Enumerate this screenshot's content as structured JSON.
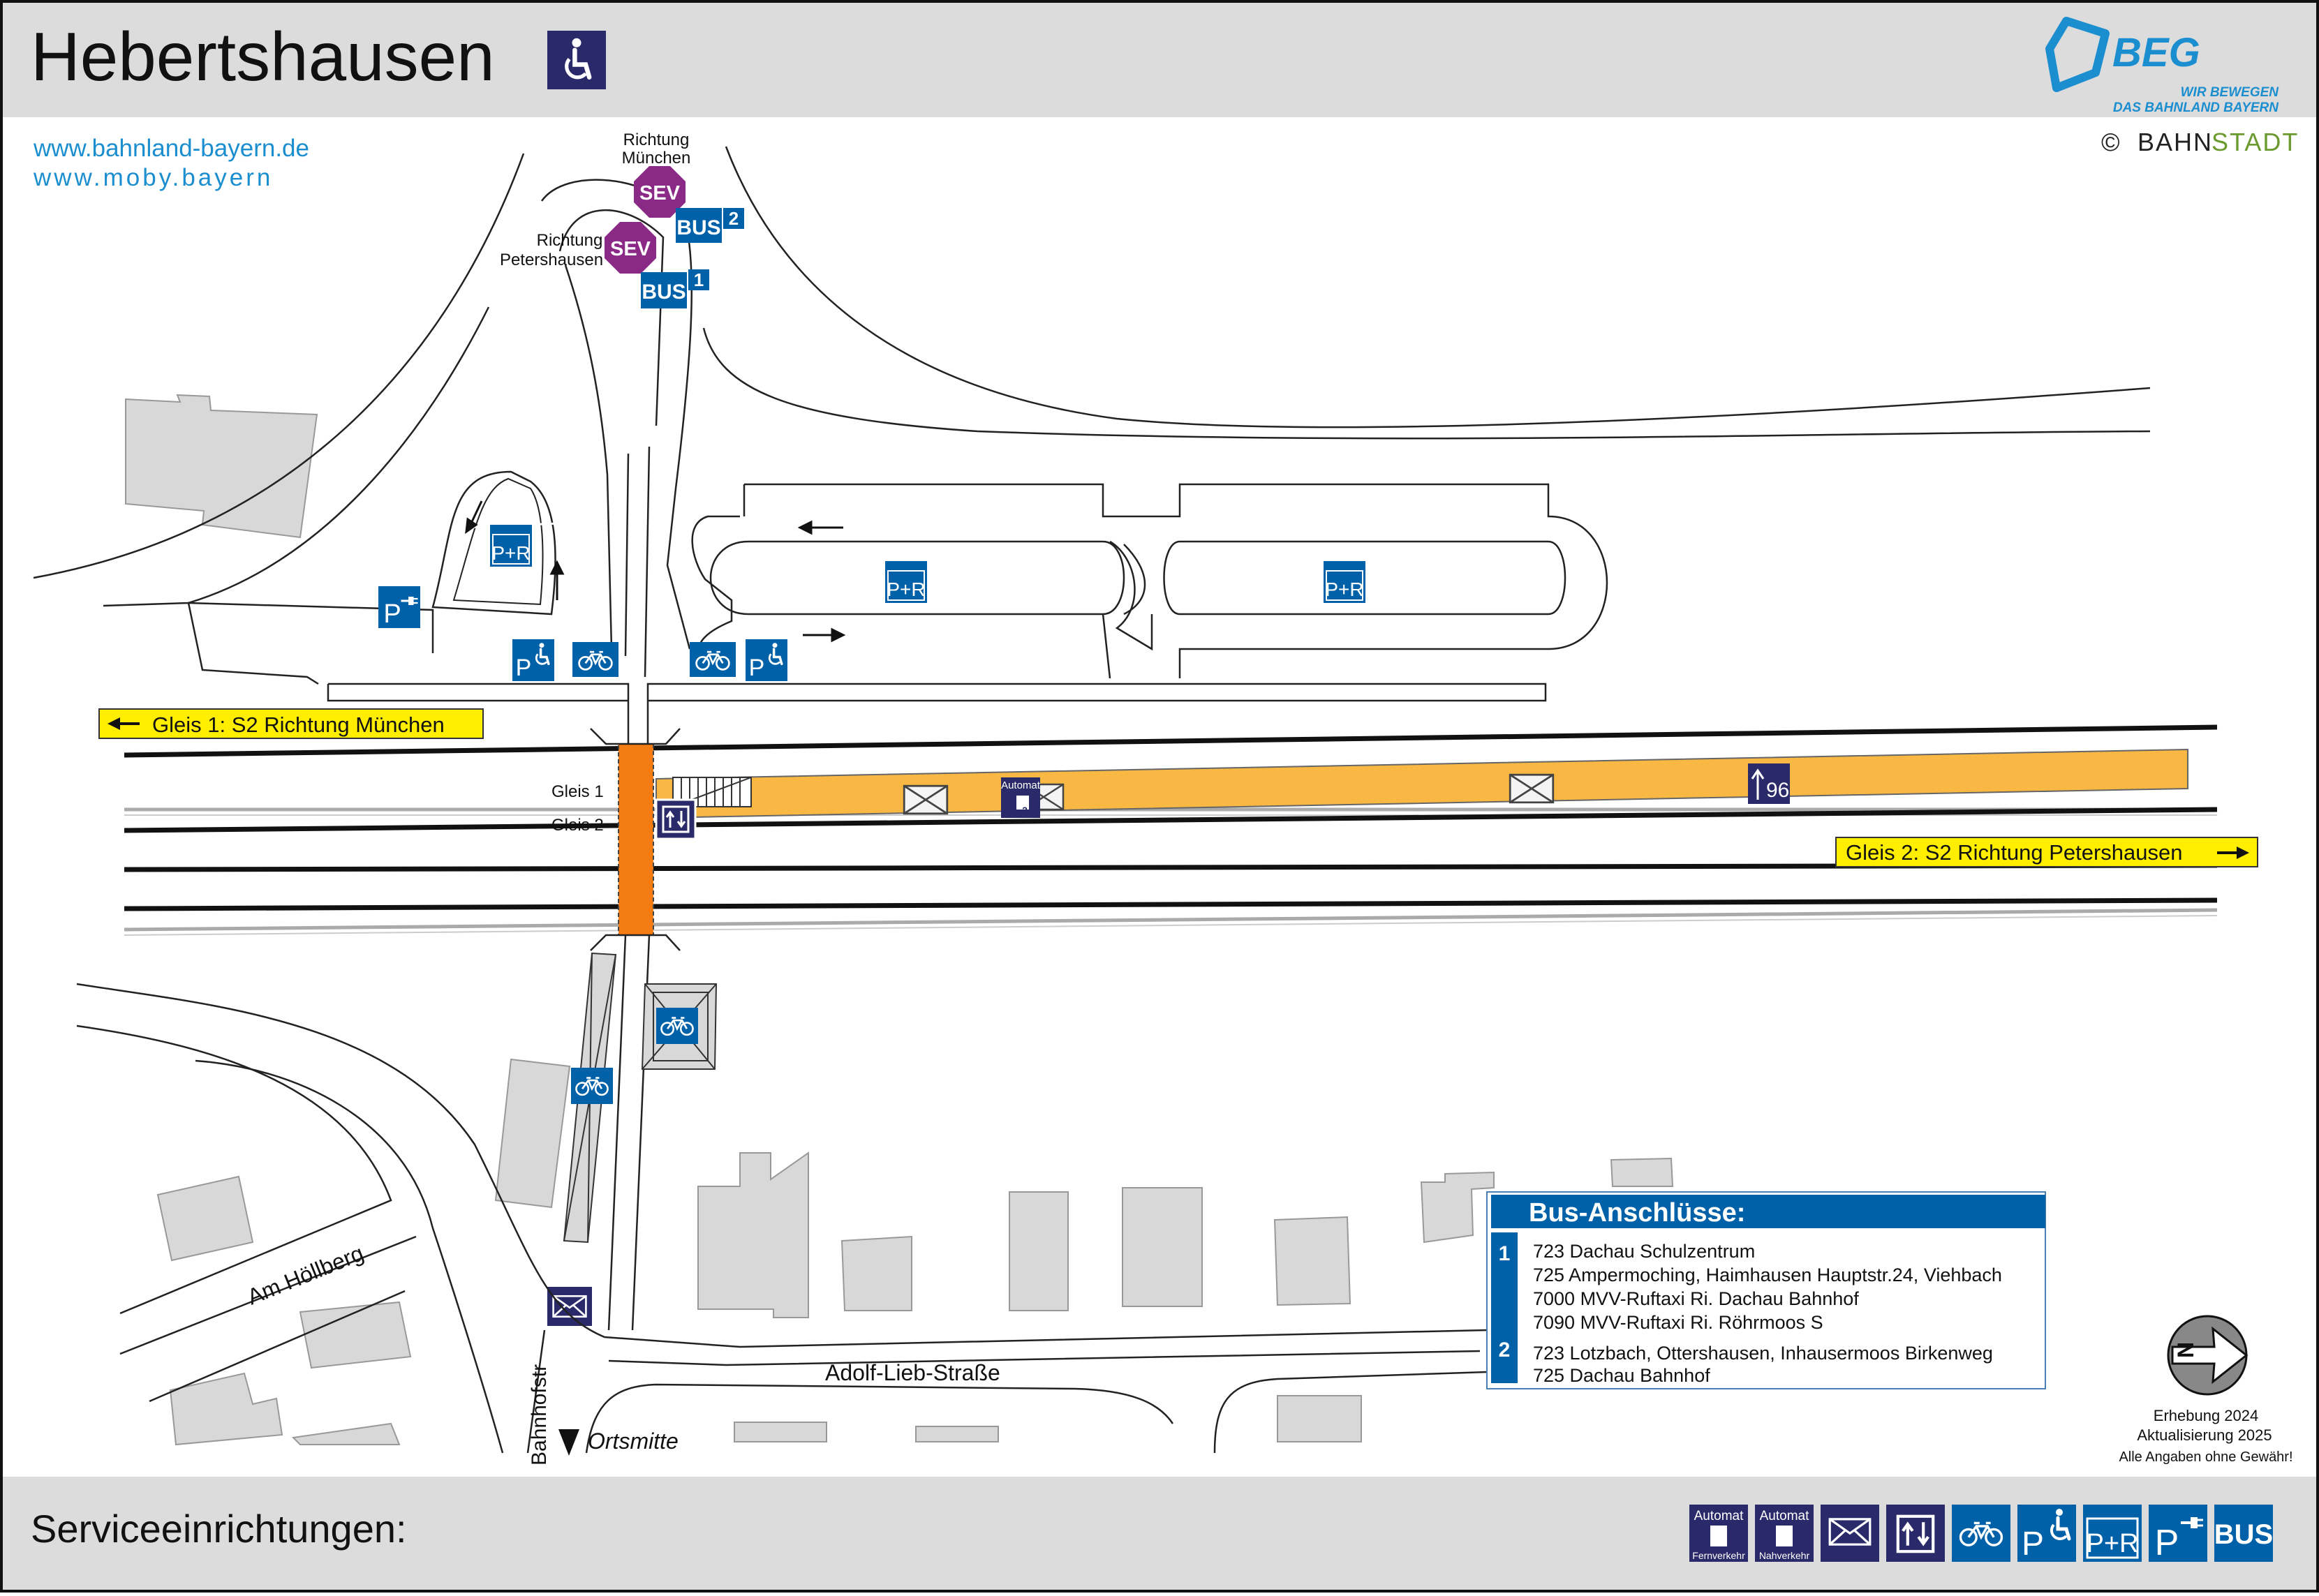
{
  "header": {
    "title": "Hebertshausen",
    "links": [
      "www.bahnland-bayern.de",
      "www.moby.bayern"
    ],
    "beg": {
      "name": "BEG",
      "tagline1": "WIR BEWEGEN",
      "tagline2": "DAS BAHNLAND BAYERN"
    },
    "copyright": {
      "symbol": "©",
      "part1": "BAHN",
      "part2": "STADT"
    }
  },
  "colors": {
    "blue": "#0060a8",
    "navy": "#2a2a6a",
    "sev_purple": "#8b2a86",
    "platform": "#f8b843",
    "bridge": "#f47c12",
    "label_yellow": "#ffee00",
    "building": "#d8d8d8",
    "header_bg": "#dcdcdc",
    "link_blue": "#1b8ed0",
    "bahnstadt_green": "#6b9a2f"
  },
  "stops": {
    "bus1_label": "BUS",
    "bus1_number": "1",
    "bus2_label": "BUS",
    "bus2_number": "2",
    "sev_label": "SEV",
    "to_munich": [
      "Richtung",
      "München"
    ],
    "to_petershausen": [
      "Richtung",
      "Petershausen"
    ]
  },
  "parking": {
    "pr_label": "P+R",
    "p_label": "P"
  },
  "rail": {
    "gleis1_label": "Gleis 1",
    "gleis2_label": "Gleis 2",
    "gleis1_direction": "Gleis 1: S2 Richtung München",
    "gleis2_direction": "Gleis 2: S2 Richtung Petershausen",
    "height_marker": "96"
  },
  "machine": {
    "label": "Automat",
    "number": "2"
  },
  "streets": {
    "hoellberg": "Am Höllberg",
    "adolf_lieb": "Adolf-Lieb-Straße",
    "bahnhofstr": "Bahnhofstr",
    "ortsmitte": "Ortsmitte"
  },
  "bus_box": {
    "title": "Bus-Anschlüsse:",
    "groups": [
      {
        "num": "1",
        "lines": [
          "723 Dachau Schulzentrum",
          "725 Ampermoching, Haimhausen Hauptstr.24, Viehbach",
          "7000 MVV-Ruftaxi Ri. Dachau Bahnhof",
          "7090 MVV-Ruftaxi Ri. Röhrmoos S"
        ]
      },
      {
        "num": "2",
        "lines": [
          "723 Lotzbach, Ottershausen, Inhausermoos Birkenweg",
          "725 Dachau Bahnhof"
        ]
      }
    ]
  },
  "survey": {
    "line1": "Erhebung 2024",
    "line2": "Aktualisierung 2025",
    "line3": "Alle Angaben ohne Gewähr!"
  },
  "compass": {
    "letter": "N"
  },
  "footer": {
    "title": "Serviceeinrichtungen:",
    "icons": [
      {
        "name": "automat-fernverkehr-icon",
        "top": "Automat",
        "bottom": "Fernverkehr"
      },
      {
        "name": "automat-nahverkehr-icon",
        "top": "Automat",
        "bottom": "Nahverkehr"
      },
      {
        "name": "mail-icon"
      },
      {
        "name": "elevator-icon"
      },
      {
        "name": "bike-icon"
      },
      {
        "name": "disabled-parking-icon",
        "label": "P"
      },
      {
        "name": "park-ride-icon",
        "label": "P+R"
      },
      {
        "name": "ev-charging-icon",
        "label": "P"
      },
      {
        "name": "bus-icon",
        "label": "BUS"
      }
    ]
  }
}
